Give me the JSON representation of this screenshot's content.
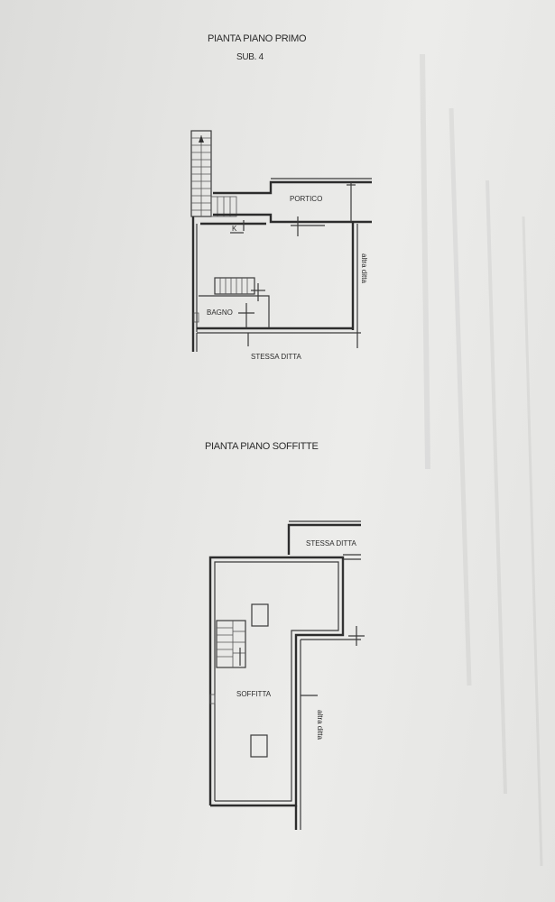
{
  "first_floor": {
    "title": "PIANTA PIANO PRIMO",
    "sub": "SUB. 4",
    "room_portico": "PORTICO",
    "room_bagno": "BAGNO",
    "mark_k": "K",
    "neighbor_bottom": "STESSA DITTA",
    "neighbor_right": "altra ditta"
  },
  "attic_floor": {
    "title": "PIANTA PIANO SOFFITTE",
    "room_soffitta": "SOFFITTA",
    "neighbor_top": "STESSA DITTA",
    "neighbor_right": "altra ditta"
  }
}
